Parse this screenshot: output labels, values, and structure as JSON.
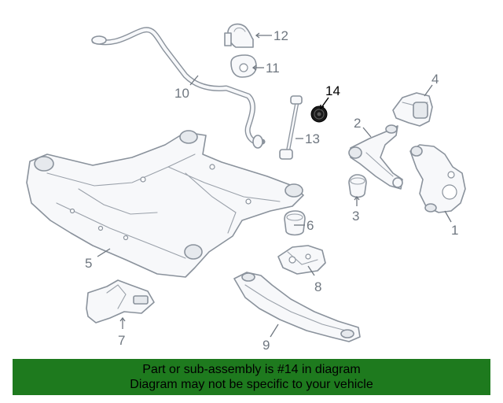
{
  "callouts": {
    "c1": "1",
    "c2": "2",
    "c3": "3",
    "c4": "4",
    "c5": "5",
    "c6": "6",
    "c7": "7",
    "c8": "8",
    "c9": "9",
    "c10": "10",
    "c11": "11",
    "c12": "12",
    "c13": "13",
    "c14": "14"
  },
  "highlighted_part": "14",
  "colors": {
    "banner": "#1e7a1e",
    "part_line": "#8a929c",
    "highlight": "#000000"
  },
  "banner": {
    "line1": "Part or sub-assembly is #14 in diagram",
    "line2": "Diagram may not be specific to your vehicle"
  }
}
